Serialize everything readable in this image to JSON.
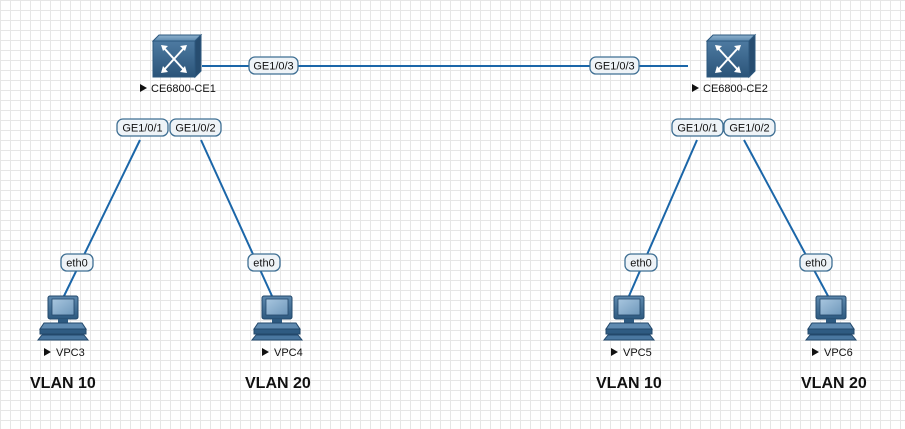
{
  "switches": [
    {
      "name": "CE6800-CE1"
    },
    {
      "name": "CE6800-CE2"
    }
  ],
  "hosts": [
    {
      "name": "VPC3",
      "port": "eth0",
      "vlan": "VLAN 10"
    },
    {
      "name": "VPC4",
      "port": "eth0",
      "vlan": "VLAN 20"
    },
    {
      "name": "VPC5",
      "port": "eth0",
      "vlan": "VLAN 10"
    },
    {
      "name": "VPC6",
      "port": "eth0",
      "vlan": "VLAN 20"
    }
  ],
  "trunk": {
    "port_a": "GE1/0/3",
    "port_b": "GE1/0/3"
  },
  "access_ports": [
    {
      "switch": "CE6800-CE1",
      "port": "GE1/0/1"
    },
    {
      "switch": "CE6800-CE1",
      "port": "GE1/0/2"
    },
    {
      "switch": "CE6800-CE2",
      "port": "GE1/0/1"
    },
    {
      "switch": "CE6800-CE2",
      "port": "GE1/0/2"
    }
  ],
  "colors": {
    "link": "#1b66a8",
    "device": "#3a6a93"
  }
}
